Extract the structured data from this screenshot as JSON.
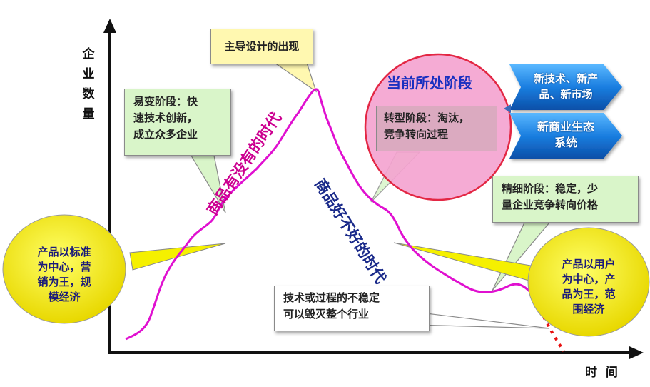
{
  "axes": {
    "y_label_chars": [
      "企",
      "业",
      "数",
      "量"
    ],
    "x_label": "时 间"
  },
  "callouts": {
    "dominant_design": "主导设计的出现",
    "volatile_line1": "易变阶段：快",
    "volatile_line2": "速技术创新，",
    "volatile_line3": "成立众多企业",
    "transition_line1": "转型阶段：淘汰，",
    "transition_line2": "竞争转向过程",
    "refined_line1": "精细阶段：稳定，少",
    "refined_line2": "量企业竞争转向价格",
    "instability_line1": "技术或过程的不稳定",
    "instability_line2": "可以毁灭整个行业"
  },
  "current_stage": "当前所处阶段",
  "curve_labels": {
    "rising": "商品有没有的时代",
    "falling": "商品好不好的时代"
  },
  "left_bubble": {
    "line1": "产品以标准",
    "line2": "为中心，营",
    "line3": "销为王，规",
    "line4": "模经济"
  },
  "right_bubble": {
    "line1": "产品以用户",
    "line2": "为中心，产",
    "line3": "品为王，范",
    "line4": "围经济"
  },
  "arrows": {
    "top_line1": "新技术、新产",
    "top_line2": "品、新市场",
    "bottom_line1": "新商业生态",
    "bottom_line2": "系统"
  },
  "colors": {
    "curve": "#e010d0",
    "callout_fill": "#d9f5c9",
    "dominant_fill": "#fff8b0",
    "circle_fill": "#f5a3d0",
    "circle_stroke": "#e01030",
    "bubble_fill": "#f5f000",
    "arrow_fill": "#1a82e0",
    "falling_text": "#1a2a8a",
    "rising_text": "#cc0090"
  }
}
